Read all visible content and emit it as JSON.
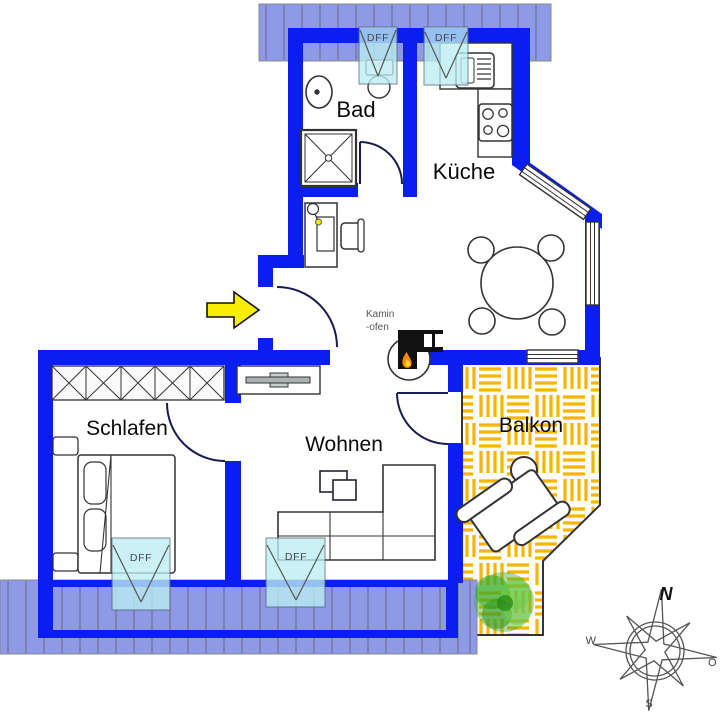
{
  "rooms": {
    "bad": {
      "label": "Bad"
    },
    "kueche": {
      "label": "Küche"
    },
    "schlafen": {
      "label": "Schlafen"
    },
    "wohnen": {
      "label": "Wohnen"
    },
    "balkon": {
      "label": "Balkon"
    }
  },
  "labels": {
    "dff": "DFF",
    "kamin_line1": "Kamin",
    "kamin_line2": "-ofen"
  },
  "compass": {
    "north": "N",
    "east": "O",
    "south": "S",
    "west": "W"
  },
  "colors": {
    "wall": "#0a1ef0",
    "roof_band": "#8e99e8",
    "skylight": "#bceef1",
    "balcony_tile": "#f6b600",
    "arrow": "#f8ef00",
    "flame": "#ff8800",
    "plant": "#44aa33",
    "door_arc": "#1a1a52"
  }
}
